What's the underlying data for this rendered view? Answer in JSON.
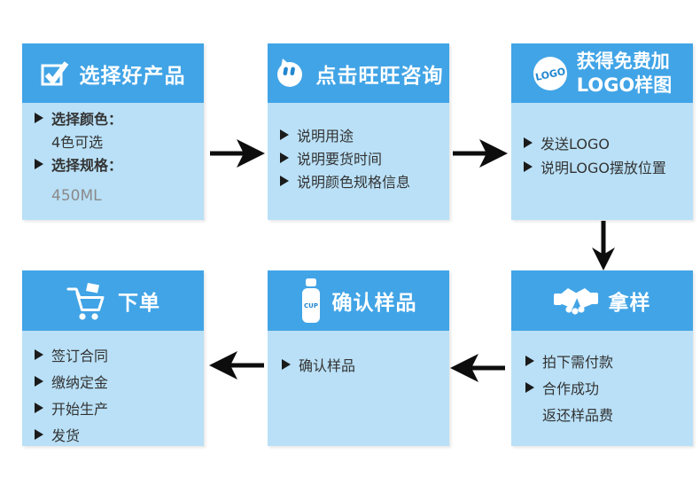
{
  "diagram": {
    "colors": {
      "header_blue": "#41a4e6",
      "body_light_blue": "#b9e0f7",
      "arrow_black": "#0d0d0d",
      "text_dark": "#333333",
      "text_muted": "#8a8a8a",
      "icon_accent_blue": "#2287cf"
    },
    "steps": [
      {
        "title": "选择好产品",
        "icon": "checkbox-checked-icon",
        "items": [
          "选择颜色：",
          "4色可选",
          "选择规格：",
          "450ML"
        ]
      },
      {
        "title": "点击旺旺咨询",
        "icon": "wangwang-chat-bubble-icon",
        "items": [
          "说明用途",
          "说明要货时间",
          "说明颜色规格信息"
        ]
      },
      {
        "title_line1": "获得免费加",
        "title_line2": "LOGO样图",
        "icon": "logo-badge-icon",
        "badge_text": "LOGO",
        "items": [
          "发送LOGO",
          "说明LOGO摆放位置"
        ]
      },
      {
        "title": "拿样",
        "icon": "handshake-icon",
        "items": [
          "拍下需付款",
          "合作成功",
          "返还样品费"
        ]
      },
      {
        "title": "确认样品",
        "icon": "cup-bottle-icon",
        "badge_text": "CUP",
        "items": [
          "确认样品"
        ]
      },
      {
        "title": "下单",
        "icon": "shopping-cart-icon",
        "items": [
          "签订合同",
          "缴纳定金",
          "开始生产",
          "发货"
        ]
      }
    ]
  }
}
